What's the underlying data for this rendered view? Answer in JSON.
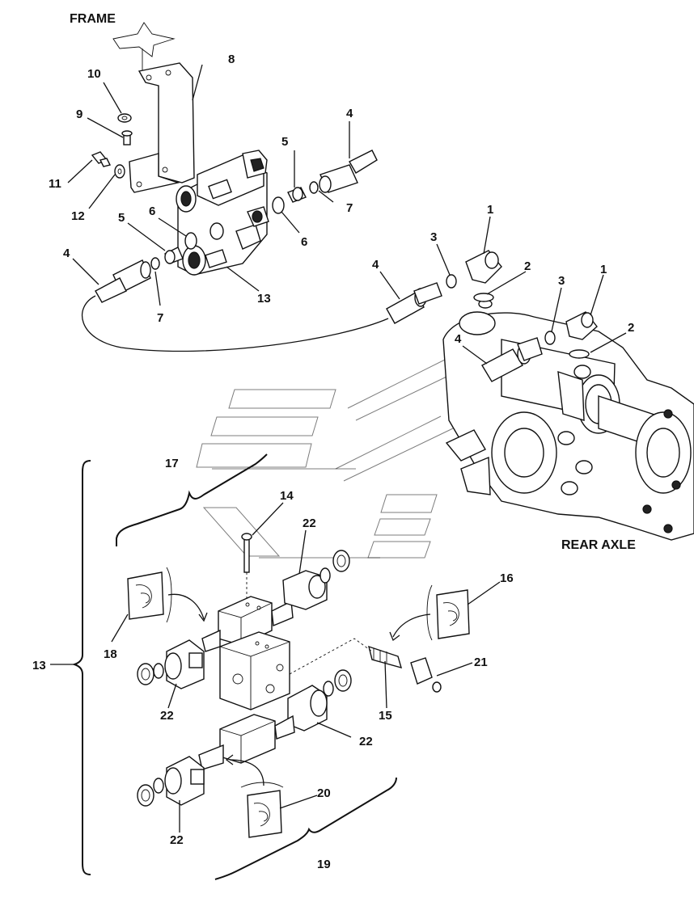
{
  "titles": {
    "frame": "FRAME",
    "rear_axle": "REAR AXLE"
  },
  "callouts": {
    "c1a": "1",
    "c1b": "1",
    "c2a": "2",
    "c2b": "2",
    "c3a": "3",
    "c3b": "3",
    "c4a": "4",
    "c4b": "4",
    "c4c": "4",
    "c4d": "4",
    "c5a": "5",
    "c5b": "5",
    "c6a": "6",
    "c6b": "6",
    "c7a": "7",
    "c7b": "7",
    "c8": "8",
    "c9": "9",
    "c10": "10",
    "c11": "11",
    "c12": "12",
    "c13a": "13",
    "c13b": "13",
    "c14": "14",
    "c15": "15",
    "c16": "16",
    "c17": "17",
    "c18": "18",
    "c19": "19",
    "c20": "20",
    "c21": "21",
    "c22a": "22",
    "c22b": "22",
    "c22c": "22",
    "c22d": "22"
  }
}
